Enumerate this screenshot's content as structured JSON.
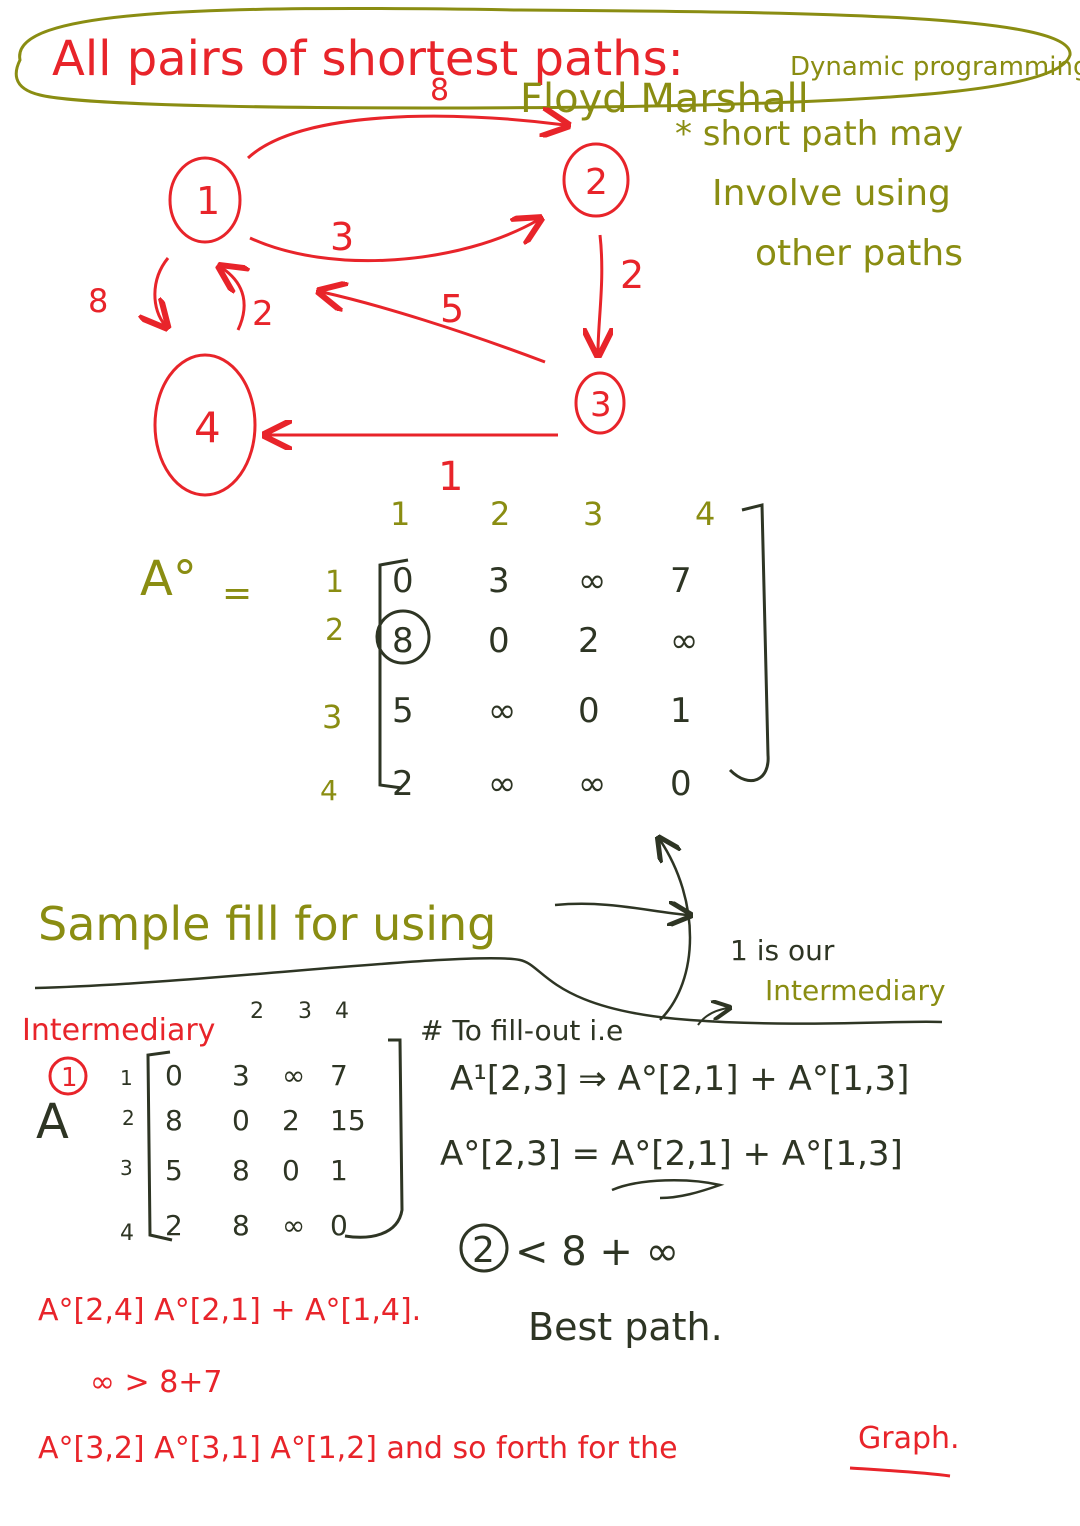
{
  "title": {
    "main": "All pairs of shortest paths:",
    "tag": "Dynamic programming",
    "algorithm": "Floyd Marshall",
    "note_line1": "* short path may",
    "note_line2": "Involve using",
    "note_line3": "other paths"
  },
  "graph": {
    "nodes": [
      "1",
      "2",
      "3",
      "4"
    ],
    "edges": [
      {
        "from": "1",
        "to": "2",
        "weight": "8",
        "style": "upper-arc"
      },
      {
        "from": "1",
        "to": "2",
        "weight": "3",
        "style": "lower-arc"
      },
      {
        "from": "2",
        "to": "3",
        "weight": "2"
      },
      {
        "from": "3",
        "to": "1",
        "weight": "5"
      },
      {
        "from": "1",
        "to": "4",
        "weight": "8"
      },
      {
        "from": "4",
        "to": "1",
        "weight": "2"
      },
      {
        "from": "3",
        "to": "4",
        "weight": "1"
      }
    ]
  },
  "matrix0": {
    "label": "A°",
    "equals": "=",
    "col_headers": [
      "1",
      "2",
      "3",
      "4"
    ],
    "row_headers": [
      "1",
      "2",
      "3",
      "4"
    ],
    "rows": [
      [
        "0",
        "3",
        "∞",
        "7"
      ],
      [
        "8",
        "0",
        "2",
        "∞"
      ],
      [
        "5",
        "∞",
        "0",
        "1"
      ],
      [
        "2",
        "∞",
        "∞",
        "0"
      ]
    ],
    "circled_cell": "8"
  },
  "sample": {
    "heading": "Sample fill for using",
    "intermediary_label": "Intermediary",
    "circled_index": "1",
    "matrix_label": "A",
    "col_headers": [
      "2",
      "3",
      "4"
    ],
    "row_headers": [
      "1",
      "2",
      "3",
      "4"
    ],
    "rows": [
      [
        "0",
        "3",
        "∞",
        "7"
      ],
      [
        "8",
        "0",
        "2",
        "15"
      ],
      [
        "5",
        "8",
        "0",
        "1"
      ],
      [
        "2",
        "8",
        "∞",
        "0"
      ]
    ],
    "intermediary_note_line1": "1 is our",
    "intermediary_note_line2": "Intermediary",
    "fill_heading": "# To fill-out i.e",
    "eq1": "A¹[2,3] ⇒ A°[2,1] + A°[1,3]",
    "eq2": "A°[2,3] = A°[2,1] + A°[1,3]",
    "compare_value": "2",
    "compare_rest": "< 8 + ∞",
    "best_path": "Best path.",
    "eq3": "A°[2,4]  A°[2,1] + A°[1,4].",
    "eq4": "∞ > 8+7",
    "eq5": "A°[3,2]  A°[3,1]  A°[1,2]  and so forth for the",
    "eq5_underlined": "Graph."
  },
  "colors": {
    "olive": "#8a8d12",
    "red": "#e8242a",
    "dark": "#2e3524"
  }
}
